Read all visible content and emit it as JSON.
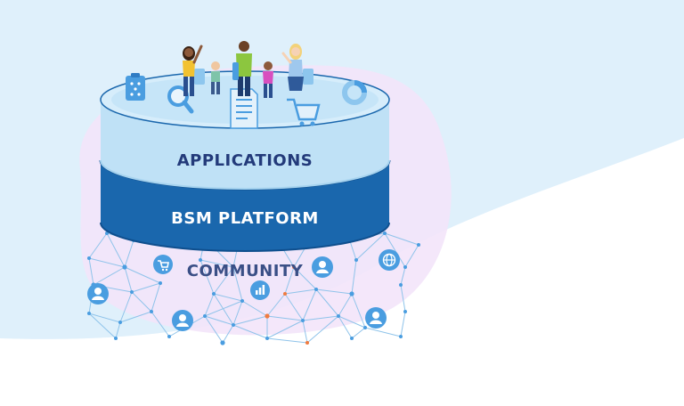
{
  "diagram": {
    "layers": [
      {
        "id": "applications",
        "label": "APPLICATIONS"
      },
      {
        "id": "platform",
        "label": "BSM PLATFORM"
      },
      {
        "id": "community",
        "label": "COMMUNITY"
      }
    ]
  },
  "colors": {
    "background_top": "#dff0fb",
    "background_bottom": "#ffffff",
    "blob": "#f3e4fa",
    "applications_side": "#bfe1f6",
    "applications_top": "#d6edfb",
    "applications_text": "#233a7a",
    "platform_side": "#1a67ad",
    "platform_dark": "#0f4f8e",
    "platform_text": "#ffffff",
    "community_text": "#3a4f86",
    "network_line": "#8fc3ea",
    "node": "#4a9de0",
    "accent_orange": "#f07b3f"
  },
  "icons": {
    "people": [
      "woman-waving-icon",
      "child-icon",
      "man-standing-icon",
      "girl-icon",
      "woman-presenting-icon"
    ],
    "app_items": [
      "clipboard-icon",
      "magnifier-icon",
      "document-icon",
      "shopping-cart-icon",
      "chart-ring-icon",
      "tablet-icon"
    ],
    "community_nodes": [
      "user-node-icon",
      "cart-node-icon",
      "bar-chart-node-icon",
      "globe-node-icon"
    ]
  }
}
